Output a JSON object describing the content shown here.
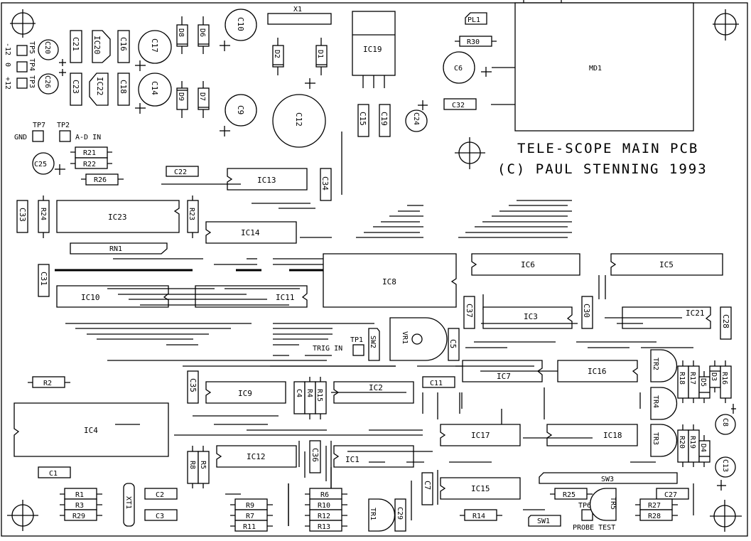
{
  "title": {
    "line1": "TELE-SCOPE MAIN PCB",
    "line2": "(C) PAUL STENNING 1993"
  },
  "test_points": {
    "tp5": "TP5",
    "tp4": "TP4",
    "tp3": "TP3",
    "tp7": "TP7",
    "tp2": "TP2",
    "tp1": "TP1",
    "tp6": "TP6",
    "v_m12": "-12",
    "v_0": "0",
    "v_p12": "+12",
    "gnd": "GND",
    "ad_in": "A-D IN",
    "trig_in": "TRIG IN",
    "probe_test": "PROBE TEST"
  },
  "ics": {
    "ic1": "IC1",
    "ic2": "IC2",
    "ic3": "IC3",
    "ic4": "IC4",
    "ic5": "IC5",
    "ic6": "IC6",
    "ic7": "IC7",
    "ic8": "IC8",
    "ic9": "IC9",
    "ic10": "IC10",
    "ic11": "IC11",
    "ic12": "IC12",
    "ic13": "IC13",
    "ic14": "IC14",
    "ic15": "IC15",
    "ic16": "IC16",
    "ic17": "IC17",
    "ic18": "IC18",
    "ic19": "IC19",
    "ic20": "IC20",
    "ic21": "IC21",
    "ic22": "IC22",
    "ic23": "IC23"
  },
  "caps": {
    "c1": "C1",
    "c2": "C2",
    "c3": "C3",
    "c4": "C4",
    "c5": "C5",
    "c6": "C6",
    "c7": "C7",
    "c8": "C8",
    "c9": "C9",
    "c10": "C10",
    "c11": "C11",
    "c12": "C12",
    "c13": "C13",
    "c14": "C14",
    "c15": "C15",
    "c16": "C16",
    "c17": "C17",
    "c18": "C18",
    "c19": "C19",
    "c20": "C20",
    "c21": "C21",
    "c22": "C22",
    "c23": "C23",
    "c24": "C24",
    "c25": "C25",
    "c26": "C26",
    "c27": "C27",
    "c28": "C28",
    "c29": "C29",
    "c30": "C30",
    "c31": "C31",
    "c32": "C32",
    "c33": "C33",
    "c34": "C34",
    "c35": "C35",
    "c36": "C36",
    "c37": "C37"
  },
  "resistors": {
    "r1": "R1",
    "r2": "R2",
    "r3": "R3",
    "r4": "R4",
    "r5": "R5",
    "r6": "R6",
    "r7": "R7",
    "r8": "R8",
    "r9": "R9",
    "r10": "R10",
    "r11": "R11",
    "r12": "R12",
    "r13": "R13",
    "r14": "R14",
    "r15": "R15",
    "r16": "R16",
    "r17": "R17",
    "r18": "R18",
    "r19": "R19",
    "r20": "R20",
    "r21": "R21",
    "r22": "R22",
    "r23": "R23",
    "r24": "R24",
    "r25": "R25",
    "r26": "R26",
    "r27": "R27",
    "r28": "R28",
    "r29": "R29",
    "r30": "R30"
  },
  "diodes": {
    "d1": "D1",
    "d2": "D2",
    "d3": "D3",
    "d4": "D4",
    "d5": "D5",
    "d6": "D6",
    "d7": "D7",
    "d8": "D8",
    "d9": "D9"
  },
  "transistors": {
    "tr1": "TR1",
    "tr2": "TR2",
    "tr3": "TR3",
    "tr4": "TR4",
    "tr5": "TR5"
  },
  "misc": {
    "x1": "X1",
    "xt1": "XT1",
    "pl1": "PL1",
    "md1": "MD1",
    "rn1": "RN1",
    "vr1": "VR1",
    "sw1": "SW1",
    "sw2": "SW2",
    "sw3": "SW3"
  }
}
